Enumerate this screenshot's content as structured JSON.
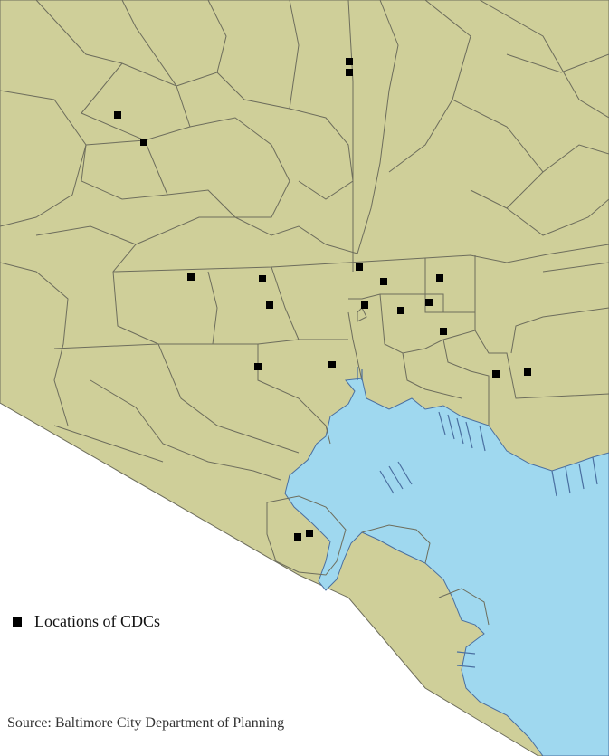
{
  "map": {
    "land_color": "#cfcf99",
    "water_color": "#9fd8ef",
    "boundary_color": "#6d6d5c",
    "marker_color": "#000000",
    "marker_symbol": "square"
  },
  "legend": {
    "label": "Locations of CDCs"
  },
  "source": {
    "text": "Source: Baltimore City Department of Planning"
  }
}
